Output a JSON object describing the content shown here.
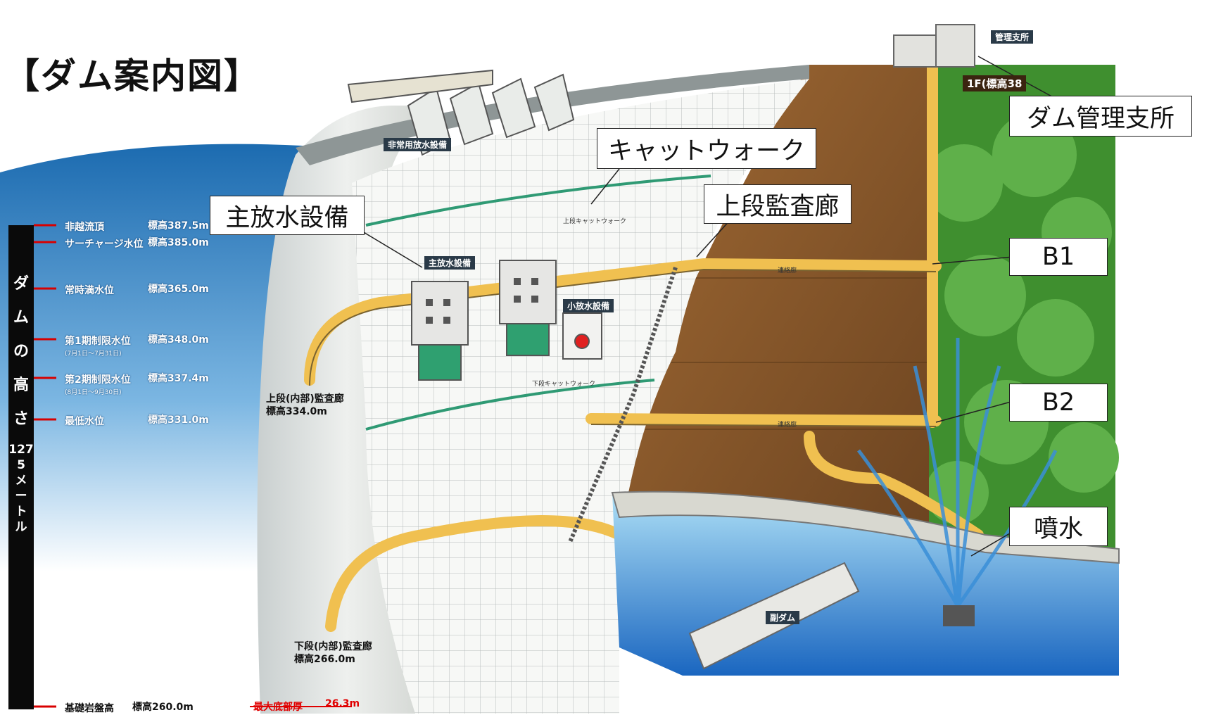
{
  "title": "【ダム案内図】",
  "callouts": {
    "main_discharge": "主放水設備",
    "catwalk": "キャットウォーク",
    "upper_gallery": "上段監査廊",
    "management_office": "ダム管理支所",
    "b1": "B1",
    "b2": "B2",
    "fountain": "噴水"
  },
  "dam_height": {
    "label_chars": [
      "ダ",
      "ム",
      "の",
      "高",
      "さ"
    ],
    "value_chars": [
      "127",
      "5",
      "メ",
      "ー",
      "ト",
      "ル"
    ]
  },
  "water_levels": [
    {
      "name": "非越流頂",
      "note": "",
      "elevation": "標高387.5m"
    },
    {
      "name": "サーチャージ水位",
      "note": "",
      "elevation": "標高385.0m"
    },
    {
      "name": "常時満水位",
      "note": "",
      "elevation": "標高365.0m"
    },
    {
      "name": "第1期制限水位",
      "note": "(7月1日〜7月31日)",
      "elevation": "標高348.0m"
    },
    {
      "name": "第2期制限水位",
      "note": "(8月1日〜9月30日)",
      "elevation": "標高337.4m"
    },
    {
      "name": "最低水位",
      "note": "",
      "elevation": "標高331.0m"
    },
    {
      "name": "基礎岩盤高",
      "note": "",
      "elevation": "標高260.0m"
    }
  ],
  "base_thickness": {
    "label": "最大底部厚",
    "value": "26.3m"
  },
  "galleries": {
    "upper_name": "上段(内部)監査廊",
    "upper_elev": "標高334.0m",
    "lower_name": "下段(内部)監査廊",
    "lower_elev": "標高266.0m"
  },
  "tags": {
    "emergency": "非常用放水設備",
    "main": "主放水設備",
    "small": "小放水設備",
    "office": "管理支所",
    "sub_dam": "副ダム",
    "floor_1f": "1F(標高38"
  },
  "small_labels": {
    "upper_catwalk": "上段キャットウォーク",
    "lower_catwalk": "下段キャットウォーク",
    "connector_1": "連絡廊",
    "connector_2": "連絡廊"
  },
  "colors": {
    "sky": "#1f73b8",
    "dam_concrete": "#f1f1ef",
    "rock": "#8a5a2b",
    "gallery": "#f0c050",
    "forest": "#3f8f2f",
    "water": "#1a66c0",
    "accent_red": "#e00000"
  }
}
